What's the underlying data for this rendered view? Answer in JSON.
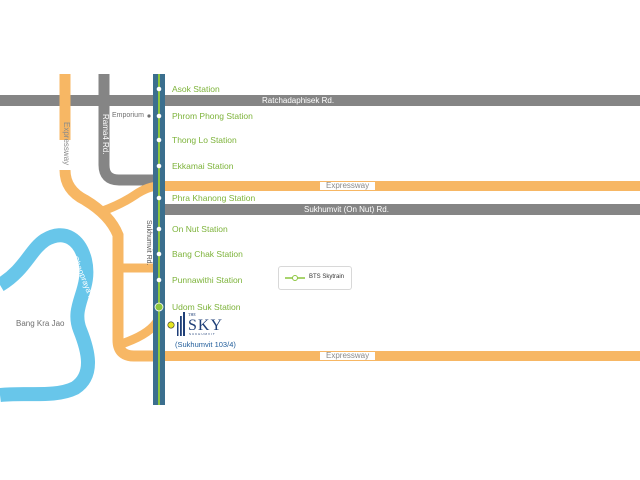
{
  "colors": {
    "road_gray": "#858585",
    "expressway_orange": "#f7b764",
    "river_blue": "#68c6ea",
    "bts_line_blue": "#3b6f8e",
    "bts_line_green": "#8cc63f",
    "station_text": "#7db33a",
    "project_dot": "#e5e51f",
    "brand_navy": "#1f3f78"
  },
  "stations": [
    {
      "name": "Asok Station"
    },
    {
      "name": "Phrom Phong Station"
    },
    {
      "name": "Thong Lo Station"
    },
    {
      "name": "Ekkamai Station"
    },
    {
      "name": "Phra Khanong Station"
    },
    {
      "name": "On Nut Station"
    },
    {
      "name": "Bang Chak Station"
    },
    {
      "name": "Punnawithi Station"
    },
    {
      "name": "Udom Suk Station"
    }
  ],
  "roads": {
    "ratchadaphisek": "Ratchadaphisek Rd.",
    "sukhumvit_on_nut": "Sukhumvit (On Nut) Rd.",
    "rama4": "Rama4 Rd.",
    "sukhumvit": "Sukhumvit Rd.",
    "expressway_vertical": "Expressway",
    "expressway_upper": "Expressway",
    "expressway_lower": "Expressway"
  },
  "places": {
    "emporium": "Emporium",
    "bang_kra_jao": "Bang Kra Jao",
    "river": "Chaopraya River"
  },
  "project": {
    "brand_the": "THE",
    "brand_sky": "SKY",
    "brand_sub": "SUKHUMVIT",
    "location": "(Sukhumvit 103/4)"
  },
  "legend": {
    "label": "BTS Skytrain"
  }
}
